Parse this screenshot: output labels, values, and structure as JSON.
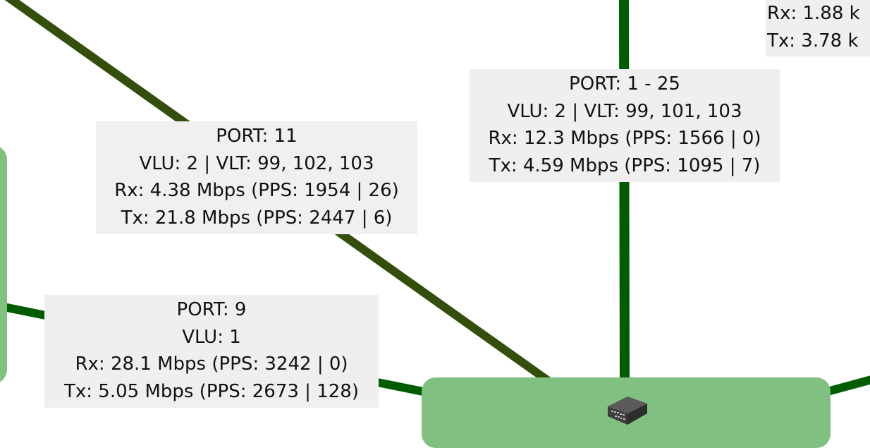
{
  "colors": {
    "link_olive": "#344f0b",
    "link_green": "#005c00",
    "node_fill": "#80c080",
    "label_bg": "#efefef"
  },
  "labels": [
    {
      "id": "port-11",
      "lines": [
        "PORT: 11",
        "VLU: 2 | VLT: 99, 102, 103",
        "Rx: 4.38 Mbps (PPS: 1954 | 26)",
        "Tx: 21.8 Mbps (PPS: 2447 | 6)"
      ]
    },
    {
      "id": "port-1-25",
      "lines": [
        "PORT: 1 - 25",
        "VLU: 2 | VLT: 99, 101, 103",
        "Rx: 12.3 Mbps (PPS: 1566 | 0)",
        "Tx: 4.59 Mbps (PPS: 1095 | 7)"
      ]
    },
    {
      "id": "port-9",
      "lines": [
        "PORT: 9",
        "VLU: 1",
        "Rx: 28.1 Mbps (PPS: 3242 | 0)",
        "Tx: 5.05 Mbps (PPS: 2673 | 128)"
      ]
    },
    {
      "id": "port-partial",
      "lines": [
        "Rx: 1.88 k",
        "Tx: 3.78 k"
      ]
    }
  ],
  "nodes": [
    {
      "id": "left-node",
      "icon": "device-icon"
    },
    {
      "id": "switch-node",
      "icon": "network-switch-icon"
    }
  ]
}
